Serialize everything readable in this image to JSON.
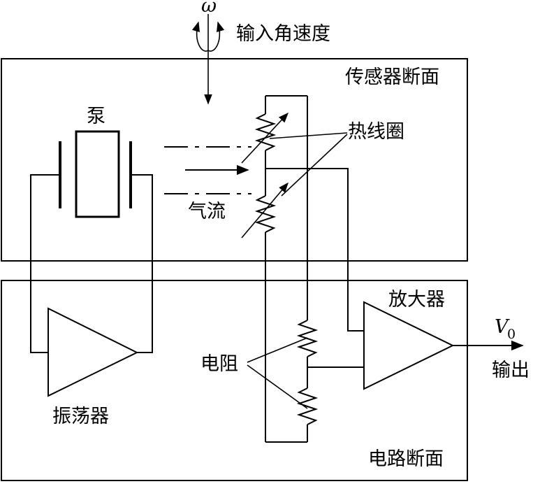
{
  "labels": {
    "omega": "ω",
    "input_angular_velocity": "输入角速度",
    "sensor_section": "传感器断面",
    "pump": "泵",
    "hot_wire_coil": "热线圈",
    "airflow": "气流",
    "amplifier": "放大器",
    "v0_main": "V",
    "v0_sub": "0",
    "output": "输出",
    "resistor": "电阻",
    "oscillator": "振荡器",
    "circuit_section": "电路断面"
  },
  "colors": {
    "stroke": "#000000",
    "background": "#ffffff"
  }
}
